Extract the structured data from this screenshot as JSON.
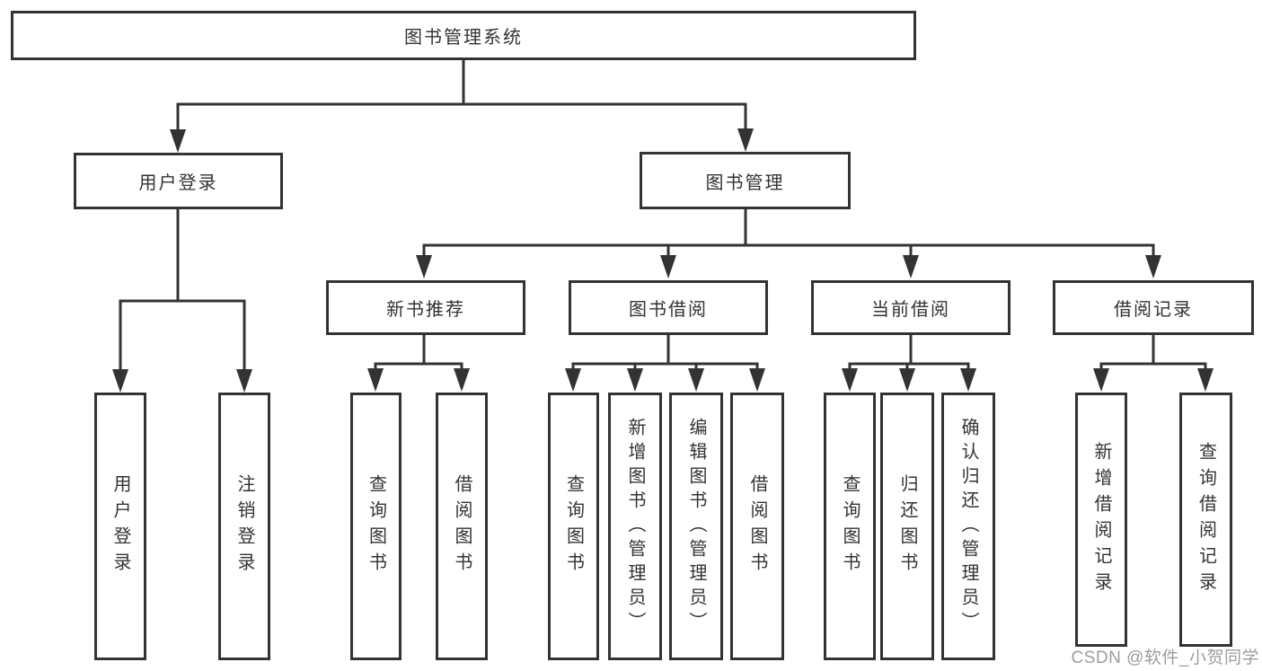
{
  "diagram": {
    "root": {
      "label": "图书管理系统"
    },
    "branches": [
      {
        "label": "用户登录",
        "children": [
          {
            "label": "用户登录"
          },
          {
            "label": "注销登录"
          }
        ]
      },
      {
        "label": "图书管理",
        "children": [
          {
            "label": "新书推荐",
            "children": [
              {
                "label": "查询图书"
              },
              {
                "label": "借阅图书"
              }
            ]
          },
          {
            "label": "图书借阅",
            "children": [
              {
                "label": "查询图书"
              },
              {
                "label": "新增图书（管理员）"
              },
              {
                "label": "编辑图书（管理员）"
              },
              {
                "label": "借阅图书"
              }
            ]
          },
          {
            "label": "当前借阅",
            "children": [
              {
                "label": "查询图书"
              },
              {
                "label": "归还图书"
              },
              {
                "label": "确认归还（管理员）"
              }
            ]
          },
          {
            "label": "借阅记录",
            "children": [
              {
                "label": "新增借阅记录"
              },
              {
                "label": "查询借阅记录"
              }
            ]
          }
        ]
      }
    ]
  },
  "watermark": {
    "text": "CSDN @软件_小贺同学"
  },
  "colors": {
    "line": "#333333",
    "box_border": "#333333",
    "text": "#333333",
    "background": "#ffffff",
    "watermark": "#9a9da3"
  }
}
